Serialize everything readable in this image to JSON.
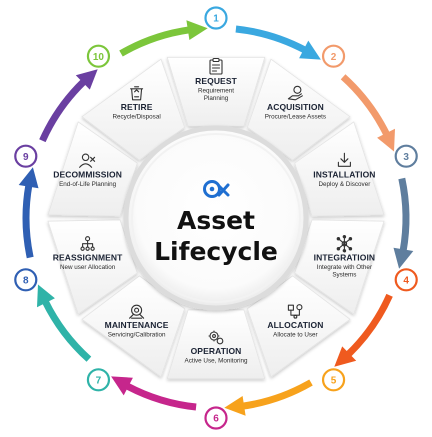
{
  "center": {
    "line1": "Asset",
    "line2": "Lifecycle"
  },
  "stages": [
    {
      "num": "1",
      "title": "REQUEST",
      "sub": [
        "Requirement",
        "Planning"
      ],
      "color": "#3aa8e0",
      "icon": "clipboard-icon"
    },
    {
      "num": "2",
      "title": "ACQUISITION",
      "sub": [
        "Procure/Lease Assets"
      ],
      "color": "#f29a6b",
      "icon": "hand-coin-icon"
    },
    {
      "num": "3",
      "title": "INSTALLATION",
      "sub": [
        "Deploy & Discover"
      ],
      "color": "#5f7e9e",
      "icon": "download-icon"
    },
    {
      "num": "4",
      "title": "INTEGRATIOIN",
      "sub": [
        "Integrate with Other",
        "Systems"
      ],
      "color": "#ef5a1f",
      "icon": "network-icon"
    },
    {
      "num": "5",
      "title": "ALLOCATION",
      "sub": [
        "Allocate to User"
      ],
      "color": "#f7a21c",
      "icon": "allocation-icon"
    },
    {
      "num": "6",
      "title": "OPERATION",
      "sub": [
        "Active Use, Monitoring"
      ],
      "color": "#c6268c",
      "icon": "gears-icon"
    },
    {
      "num": "7",
      "title": "MAINTENANCE",
      "sub": [
        "Servicing/Calibration"
      ],
      "color": "#2fb3a8",
      "icon": "maintenance-icon"
    },
    {
      "num": "8",
      "title": "REASSIGNMENT",
      "sub": [
        "New user Allocation"
      ],
      "color": "#2f5fb3",
      "icon": "org-chart-icon"
    },
    {
      "num": "9",
      "title": "DECOMMISSION",
      "sub": [
        "End-of-Life Planning"
      ],
      "color": "#6a3fa1",
      "icon": "user-remove-icon"
    },
    {
      "num": "10",
      "title": "RETIRE",
      "sub": [
        "Recycle/Disposal"
      ],
      "color": "#7cc63b",
      "icon": "recycle-bin-icon"
    }
  ],
  "colors": {
    "logo": "#1f6fd1",
    "ring_shadow": "#d6d6d6",
    "segment": "#f7f7f7"
  }
}
